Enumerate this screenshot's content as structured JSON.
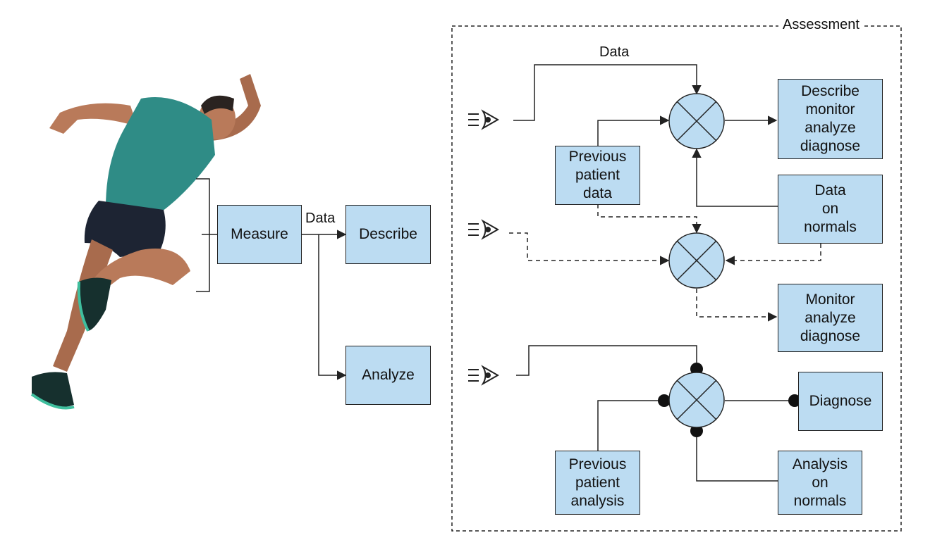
{
  "left": {
    "measure": "Measure",
    "data": "Data",
    "describe": "Describe",
    "analyze": "Analyze"
  },
  "assessment": {
    "title": "Assessment",
    "data_label": "Data",
    "describe_monitor": "Describe\nmonitor\nanalyze\ndiagnose",
    "previous_patient_data": "Previous\npatient\ndata",
    "data_on_normals": "Data\non\nnormals",
    "monitor_analyze": "Monitor\nanalyze\ndiagnose",
    "diagnose": "Diagnose",
    "previous_patient_analysis": "Previous\npatient\nanalysis",
    "analysis_on_normals": "Analysis\non\nnormals"
  },
  "colors": {
    "box_fill": "#bcdcf2",
    "shirt": "#2f8c86",
    "shorts": "#1d2433",
    "skin": "#b97a5a"
  }
}
